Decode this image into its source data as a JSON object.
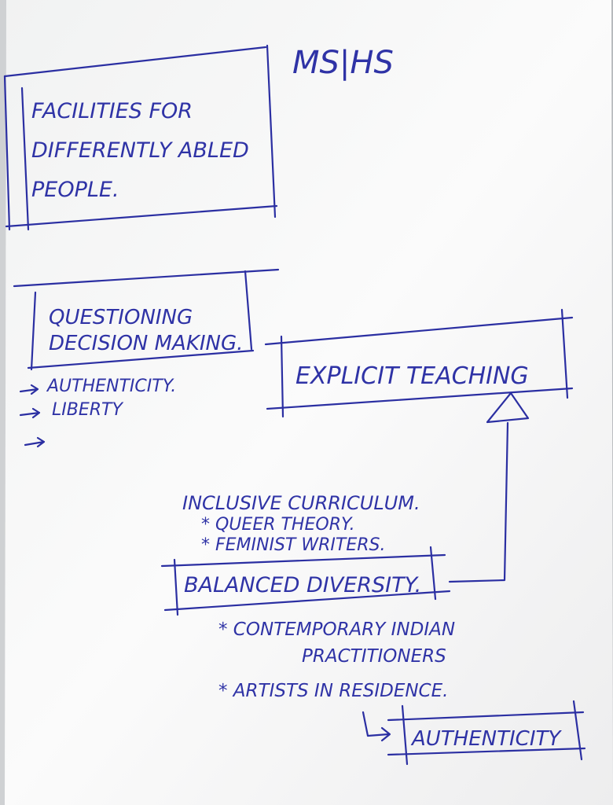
{
  "flipchart": {
    "corner_label": "MS|HS",
    "box_facilities": [
      "FACILITIES FOR",
      "DIFFERENTLY ABLED",
      "PEOPLE."
    ],
    "box_questioning": [
      "QUESTIONING",
      "DECISION MAKING."
    ],
    "arrow_list": [
      "AUTHENTICITY.",
      "LIBERTY",
      ""
    ],
    "box_explicit": "EXPLICIT TEACHING",
    "inclusive": {
      "heading": "INCLUSIVE CURRICULUM.",
      "items": [
        "* QUEER THEORY.",
        "* FEMINIST WRITERS."
      ]
    },
    "box_balanced": "BALANCED DIVERSITY.",
    "balanced_items": [
      "* CONTEMPORARY INDIAN",
      "PRACTITIONERS",
      "* ARTISTS IN RESIDENCE."
    ],
    "box_authenticity": "AUTHENTICITY"
  }
}
